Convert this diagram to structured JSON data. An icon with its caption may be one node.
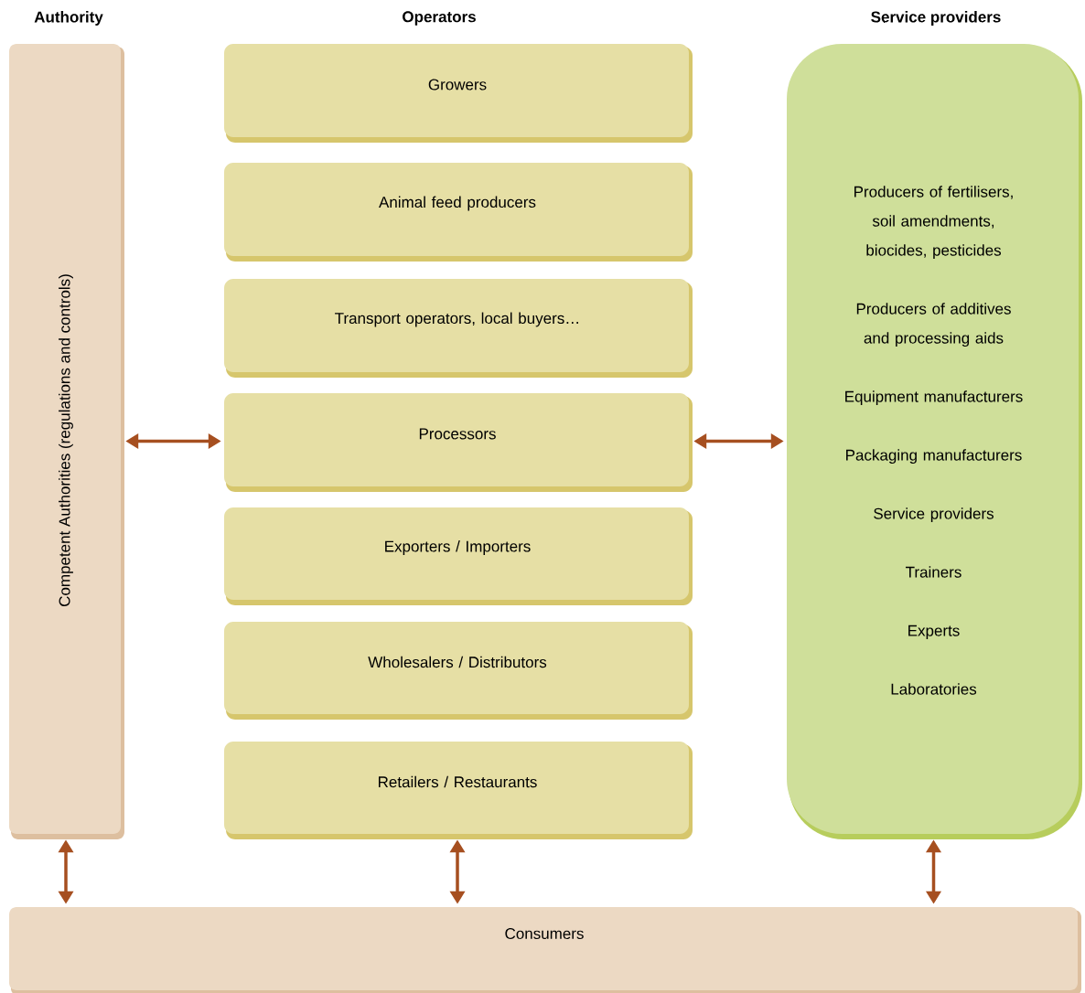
{
  "diagram": {
    "nodes": [
      {
        "text": [
          "Competent Authorities (regulations and controls)"
        ]
      },
      {
        "text": [
          "Growers"
        ]
      },
      {
        "text": [
          "Animal feed producers"
        ]
      },
      {
        "text": [
          "Transport operators, local buyers…"
        ]
      },
      {
        "text": [
          "Processors"
        ]
      },
      {
        "text": [
          "Exporters / Importers"
        ]
      },
      {
        "text": [
          "Wholesalers / Distributors"
        ]
      },
      {
        "text": [
          "Retailers / Restaurants"
        ]
      },
      {
        "text": [
          "Producers of fertilisers, soil amendments, biocides, pesticides",
          "Producers of additives and processing aids",
          "Equipment manufacturers",
          "Packaging manufacturers",
          "Service providers",
          "Trainers",
          "Experts",
          "Laboratories"
        ]
      },
      {
        "text": [
          "Consumers"
        ]
      }
    ],
    "edges": [
      {
        "from": 0,
        "to": 4,
        "arrow": "both"
      },
      {
        "from": 4,
        "to": 8,
        "arrow": "both"
      },
      {
        "from": 0,
        "to": 9,
        "arrow": "both"
      },
      {
        "from": 7,
        "to": 9,
        "arrow": "both"
      },
      {
        "from": 8,
        "to": 9,
        "arrow": "both"
      }
    ],
    "labels": [
      "Authority",
      "Operators",
      "Service providers"
    ]
  }
}
